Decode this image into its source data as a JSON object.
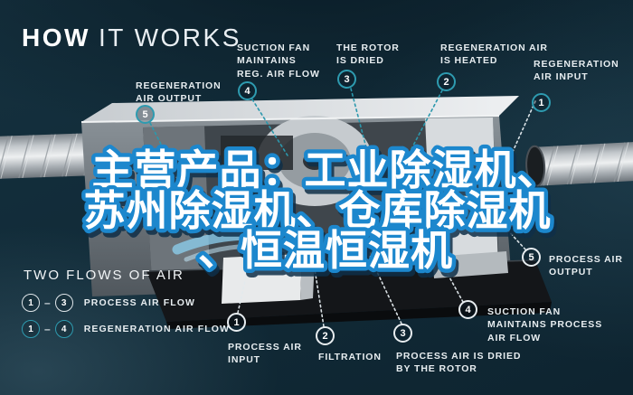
{
  "title": {
    "bold": "HOW",
    "light": "IT WORKS"
  },
  "overlay_banner": {
    "lines": [
      "主营产品：工业除湿机、",
      "苏州除湿机、仓库除湿机",
      "、恒温恒湿机"
    ]
  },
  "top_callouts": [
    {
      "number": "5",
      "label": "REGENERATION\nAIR OUTPUT"
    },
    {
      "number": "4",
      "label": "SUCTION FAN\nMAINTAINS\nREG. AIR FLOW"
    },
    {
      "number": "3",
      "label": "THE ROTOR\nIS DRIED"
    },
    {
      "number": "2",
      "label": "REGENERATION AIR\nIS HEATED"
    },
    {
      "number": "1",
      "label": "REGENERATION\nAIR INPUT"
    }
  ],
  "bottom_callouts": [
    {
      "number": "1",
      "label": "PROCESS AIR\nINPUT"
    },
    {
      "number": "2",
      "label": "FILTRATION"
    },
    {
      "number": "3",
      "label": "PROCESS AIR IS DRIED\nBY THE ROTOR"
    },
    {
      "number": "4",
      "label": "SUCTION FAN\nMAINTAINS PROCESS\nAIR FLOW"
    },
    {
      "number": "5",
      "label": "PROCESS AIR\nOUTPUT"
    }
  ],
  "legend": {
    "heading": "TWO FLOWS OF AIR",
    "separator": "–",
    "rows": [
      {
        "from": "1",
        "to": "3",
        "label": "PROCESS AIR FLOW",
        "circle_style": "white"
      },
      {
        "from": "1",
        "to": "4",
        "label": "REGENERATION AIR FLOW",
        "circle_style": "teal"
      }
    ]
  },
  "colors": {
    "background": "#112b38",
    "accent_teal": "#2e9bb0",
    "label_text": "#e7edf0",
    "banner_fill": "#ffffff",
    "banner_outline": "#1e87cd"
  }
}
